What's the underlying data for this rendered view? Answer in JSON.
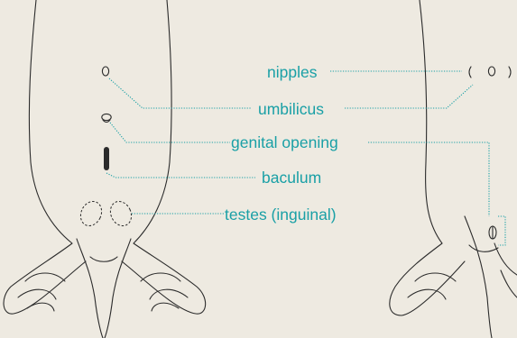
{
  "labels": {
    "nipples": "nipples",
    "umbilicus": "umbilicus",
    "genital_opening": "genital opening",
    "baculum": "baculum",
    "testes": "testes (inguinal)"
  },
  "colors": {
    "background": "#eeeae1",
    "outline": "#2b2b2b",
    "label": "#1aa0a6"
  }
}
